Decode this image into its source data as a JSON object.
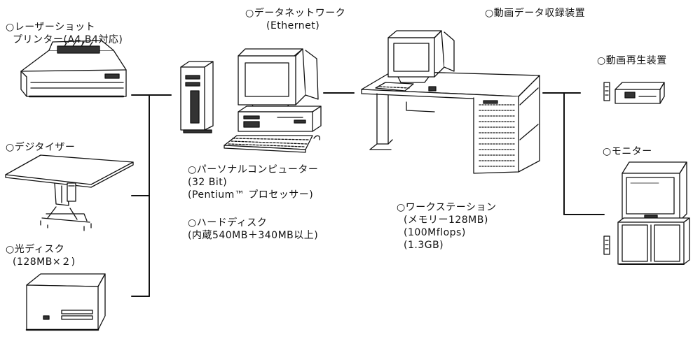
{
  "labels": {
    "laser_printer": [
      "○レーザーショット",
      "プリンター(A4,B4対応)"
    ],
    "digitizer": [
      "○デジタイザー"
    ],
    "optical_disk": [
      "○光ディスク",
      "(128MB×２)"
    ],
    "data_network": [
      "○データネットワーク",
      "(Ethernet)"
    ],
    "personal_computer": [
      "○パーソナルコンピューター",
      "(32 Bit)",
      "(Pentium™ プロセッサー)"
    ],
    "hard_disk": [
      "○ハードディスク",
      "(内蔵540MB＋340MB以上)"
    ],
    "video_recorder": [
      "○動画データ収録装置"
    ],
    "workstation": [
      "○ワークステーション",
      "(メモリー128MB)",
      "(100Mflops)",
      "(1.3GB)"
    ],
    "video_player": [
      "○動画再生装置"
    ],
    "monitor": [
      "○モニター"
    ]
  }
}
